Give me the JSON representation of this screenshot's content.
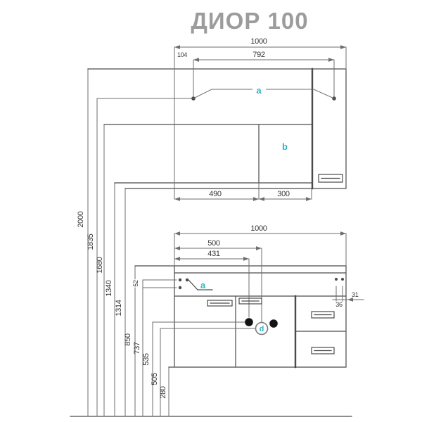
{
  "title": "ДИОР 100",
  "colors": {
    "accent": "#2fb3c7",
    "line": "#4a4a4a",
    "leader": "#6e6e6e",
    "title": "#9c9c9c"
  },
  "upper_cabinet": {
    "dim_total_width": "1000",
    "dim_left_offset": "104",
    "dim_bracket_span": "792",
    "dim_mirror_width": "490",
    "dim_section_b_width": "300",
    "label_bracket": "a",
    "label_section": "b"
  },
  "heights": [
    "2000",
    "1835",
    "1680",
    "1340",
    "1314",
    "850",
    "737",
    "535",
    "505",
    "280"
  ],
  "lower_cabinet": {
    "dim_total_width": "1000",
    "dim_drain_offset": "500",
    "dim_water_offset": "431",
    "dim_bracket_gap": "52",
    "dim_pin_edge": "31",
    "dim_pin_gap": "36",
    "label_bracket": "a",
    "label_drain": "d"
  }
}
